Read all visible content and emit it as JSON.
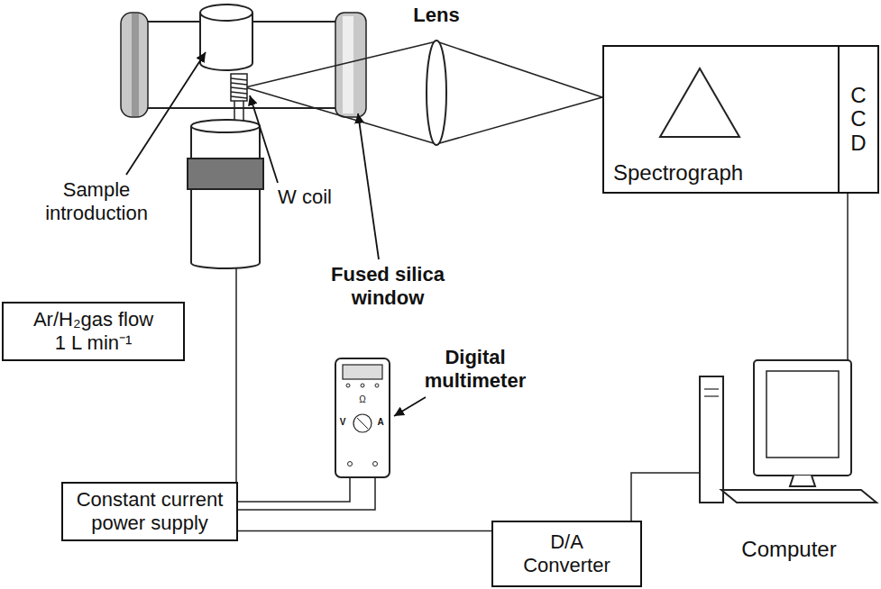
{
  "diagram": {
    "nodes": [
      {
        "text": [
          "Spectrograph"
        ]
      },
      {
        "text": [
          "CCD"
        ],
        "in": 0
      },
      {
        "text": [
          "Ar/H₂gas flow 1 L min⁻¹"
        ]
      },
      {
        "text": [
          "Constant current power supply"
        ]
      },
      {
        "text": [
          "D/A Converter"
        ]
      }
    ],
    "edges": [
      {
        "from": 3,
        "to": 4,
        "arrow": "none"
      }
    ],
    "labels": [
      "Lens",
      "Sample introduction",
      "W coil",
      "Fused silica window",
      "Digital multimeter",
      "Ω",
      "V",
      "A",
      "Computer"
    ]
  }
}
